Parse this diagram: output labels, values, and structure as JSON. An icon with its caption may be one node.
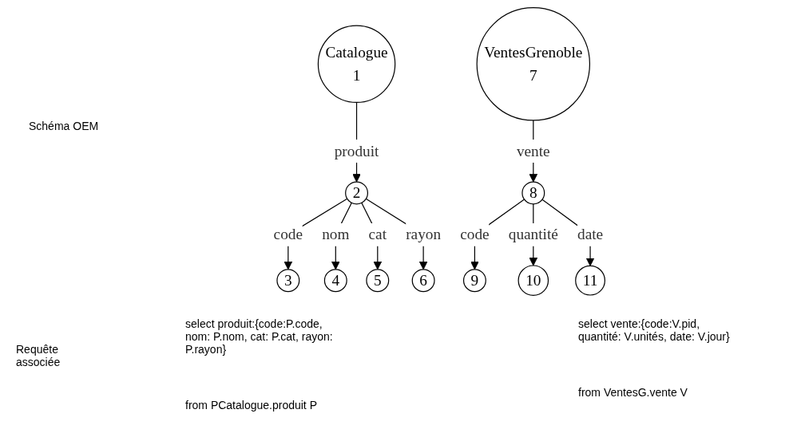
{
  "diagram": {
    "nodes": [
      {
        "text": [
          "Catalogue",
          "1"
        ]
      },
      {
        "text": [
          "2"
        ]
      },
      {
        "text": [
          "3"
        ]
      },
      {
        "text": [
          "4"
        ]
      },
      {
        "text": [
          "5"
        ]
      },
      {
        "text": [
          "6"
        ]
      },
      {
        "text": [
          "VentesGrenoble",
          "7"
        ]
      },
      {
        "text": [
          "8"
        ]
      },
      {
        "text": [
          "9"
        ]
      },
      {
        "text": [
          "10"
        ]
      },
      {
        "text": [
          "11"
        ]
      }
    ],
    "edges": [
      {
        "from": 0,
        "to": 1,
        "arrow": "to",
        "label": "produit"
      },
      {
        "from": 1,
        "to": 2,
        "arrow": "to",
        "label": "code"
      },
      {
        "from": 1,
        "to": 3,
        "arrow": "to",
        "label": "nom"
      },
      {
        "from": 1,
        "to": 4,
        "arrow": "to",
        "label": "cat"
      },
      {
        "from": 1,
        "to": 5,
        "arrow": "to",
        "label": "rayon"
      },
      {
        "from": 6,
        "to": 7,
        "arrow": "to",
        "label": "vente"
      },
      {
        "from": 7,
        "to": 8,
        "arrow": "to",
        "label": "code"
      },
      {
        "from": 7,
        "to": 9,
        "arrow": "to",
        "label": "quantité"
      },
      {
        "from": 7,
        "to": 10,
        "arrow": "to",
        "label": "date"
      }
    ],
    "labels": [
      "Schéma OEM",
      "Requête associée",
      "select produit:{code:P.code, nom: P.nom, cat: P.cat, rayon: P.rayon}",
      "from PCatalogue.produit P",
      "select vente:{code:V.pid, quantité: V.unités, date: V.jour}",
      "from VentesG.vente V"
    ]
  }
}
